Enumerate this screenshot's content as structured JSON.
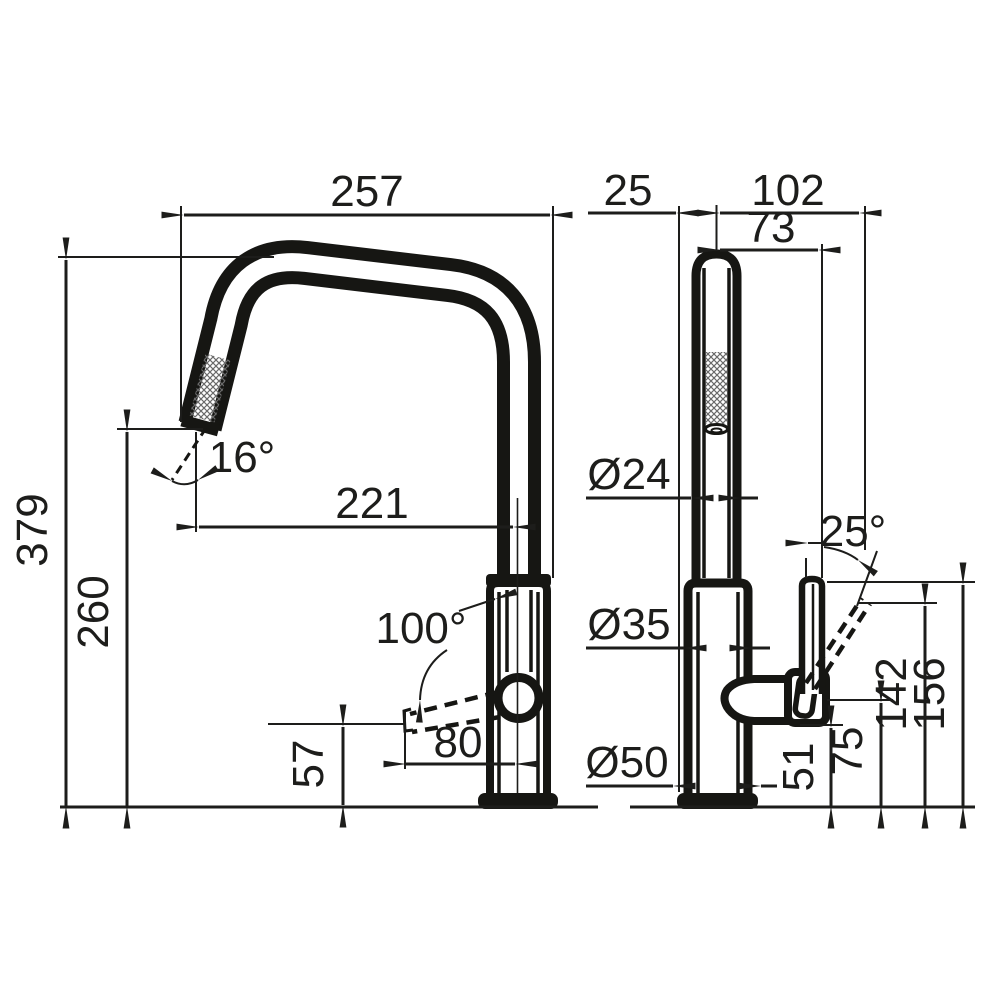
{
  "drawing": {
    "kind": "faucet-technical-dimension-drawing",
    "background_color": "#ffffff",
    "line_color": "#1d1d1b",
    "views": {
      "side": {
        "name": "side-view",
        "dims": {
          "spout_reach": "257",
          "overall_height": "379",
          "outlet_height": "260",
          "outlet_reach": "221",
          "spray_head_angle": "16°",
          "lever_swing_angle": "100°",
          "lever_length": "80",
          "lever_clearance_height": "57"
        }
      },
      "front": {
        "name": "front-view",
        "dims": {
          "center_to_base_edge": "25",
          "max_lever_reach": "102",
          "lever_offset": "73",
          "spout_diameter": "Ø24",
          "body_diameter": "Ø35",
          "base_diameter": "Ø50",
          "lever_tilt_angle": "25°",
          "lever_raised_height": "156",
          "lever_tilted_height": "142",
          "lever_pivot_height": "75",
          "lever_bottom_height": "51"
        }
      }
    }
  }
}
